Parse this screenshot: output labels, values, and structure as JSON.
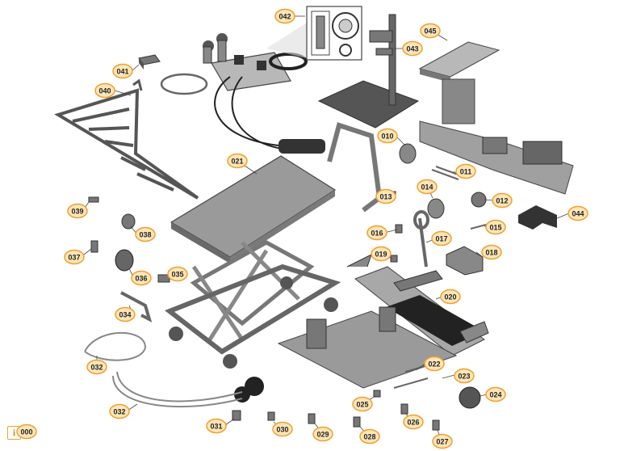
{
  "info_icon_glyph": "i",
  "colors": {
    "badge_fill": "#fde6b8",
    "badge_stroke": "#f0a030",
    "part_fill": "#8a8a8a",
    "part_dark": "#5a5a5a",
    "part_light": "#b8b8b8",
    "leader_line": "#444444"
  },
  "callouts": [
    "000",
    "010",
    "011",
    "012",
    "013",
    "014",
    "015",
    "016",
    "017",
    "018",
    "019",
    "020",
    "021",
    "022",
    "023",
    "024",
    "025",
    "026",
    "027",
    "028",
    "029",
    "030",
    "031",
    "032",
    "032",
    "034",
    "035",
    "036",
    "037",
    "038",
    "039",
    "040",
    "041",
    "042",
    "043",
    "044",
    "045"
  ]
}
